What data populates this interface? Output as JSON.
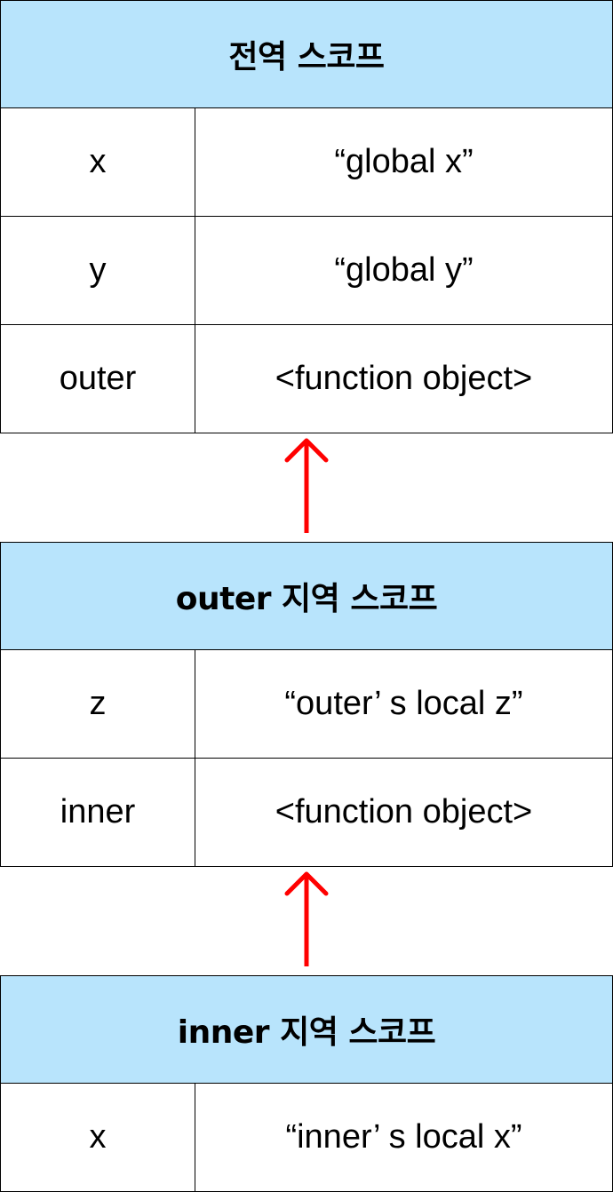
{
  "colors": {
    "header_bg": "#b8e4fc",
    "border": "#000000",
    "arrow": "#ff0000"
  },
  "scopes": [
    {
      "title": "전역 스코프",
      "rows": [
        {
          "name": "x",
          "value": "“global x”"
        },
        {
          "name": "y",
          "value": "“global y”"
        },
        {
          "name": "outer",
          "value": "<function object>"
        }
      ]
    },
    {
      "title": "outer 지역 스코프",
      "rows": [
        {
          "name": "z",
          "value": "“outer’ s local z”"
        },
        {
          "name": "inner",
          "value": "<function object>"
        }
      ]
    },
    {
      "title": "inner 지역 스코프",
      "rows": [
        {
          "name": "x",
          "value": "“inner’ s local x”"
        }
      ]
    }
  ],
  "arrows": [
    {
      "icon": "arrow-up-icon",
      "from": "outer 지역 스코프",
      "to": "전역 스코프"
    },
    {
      "icon": "arrow-up-icon",
      "from": "inner 지역 스코프",
      "to": "outer 지역 스코프"
    }
  ]
}
